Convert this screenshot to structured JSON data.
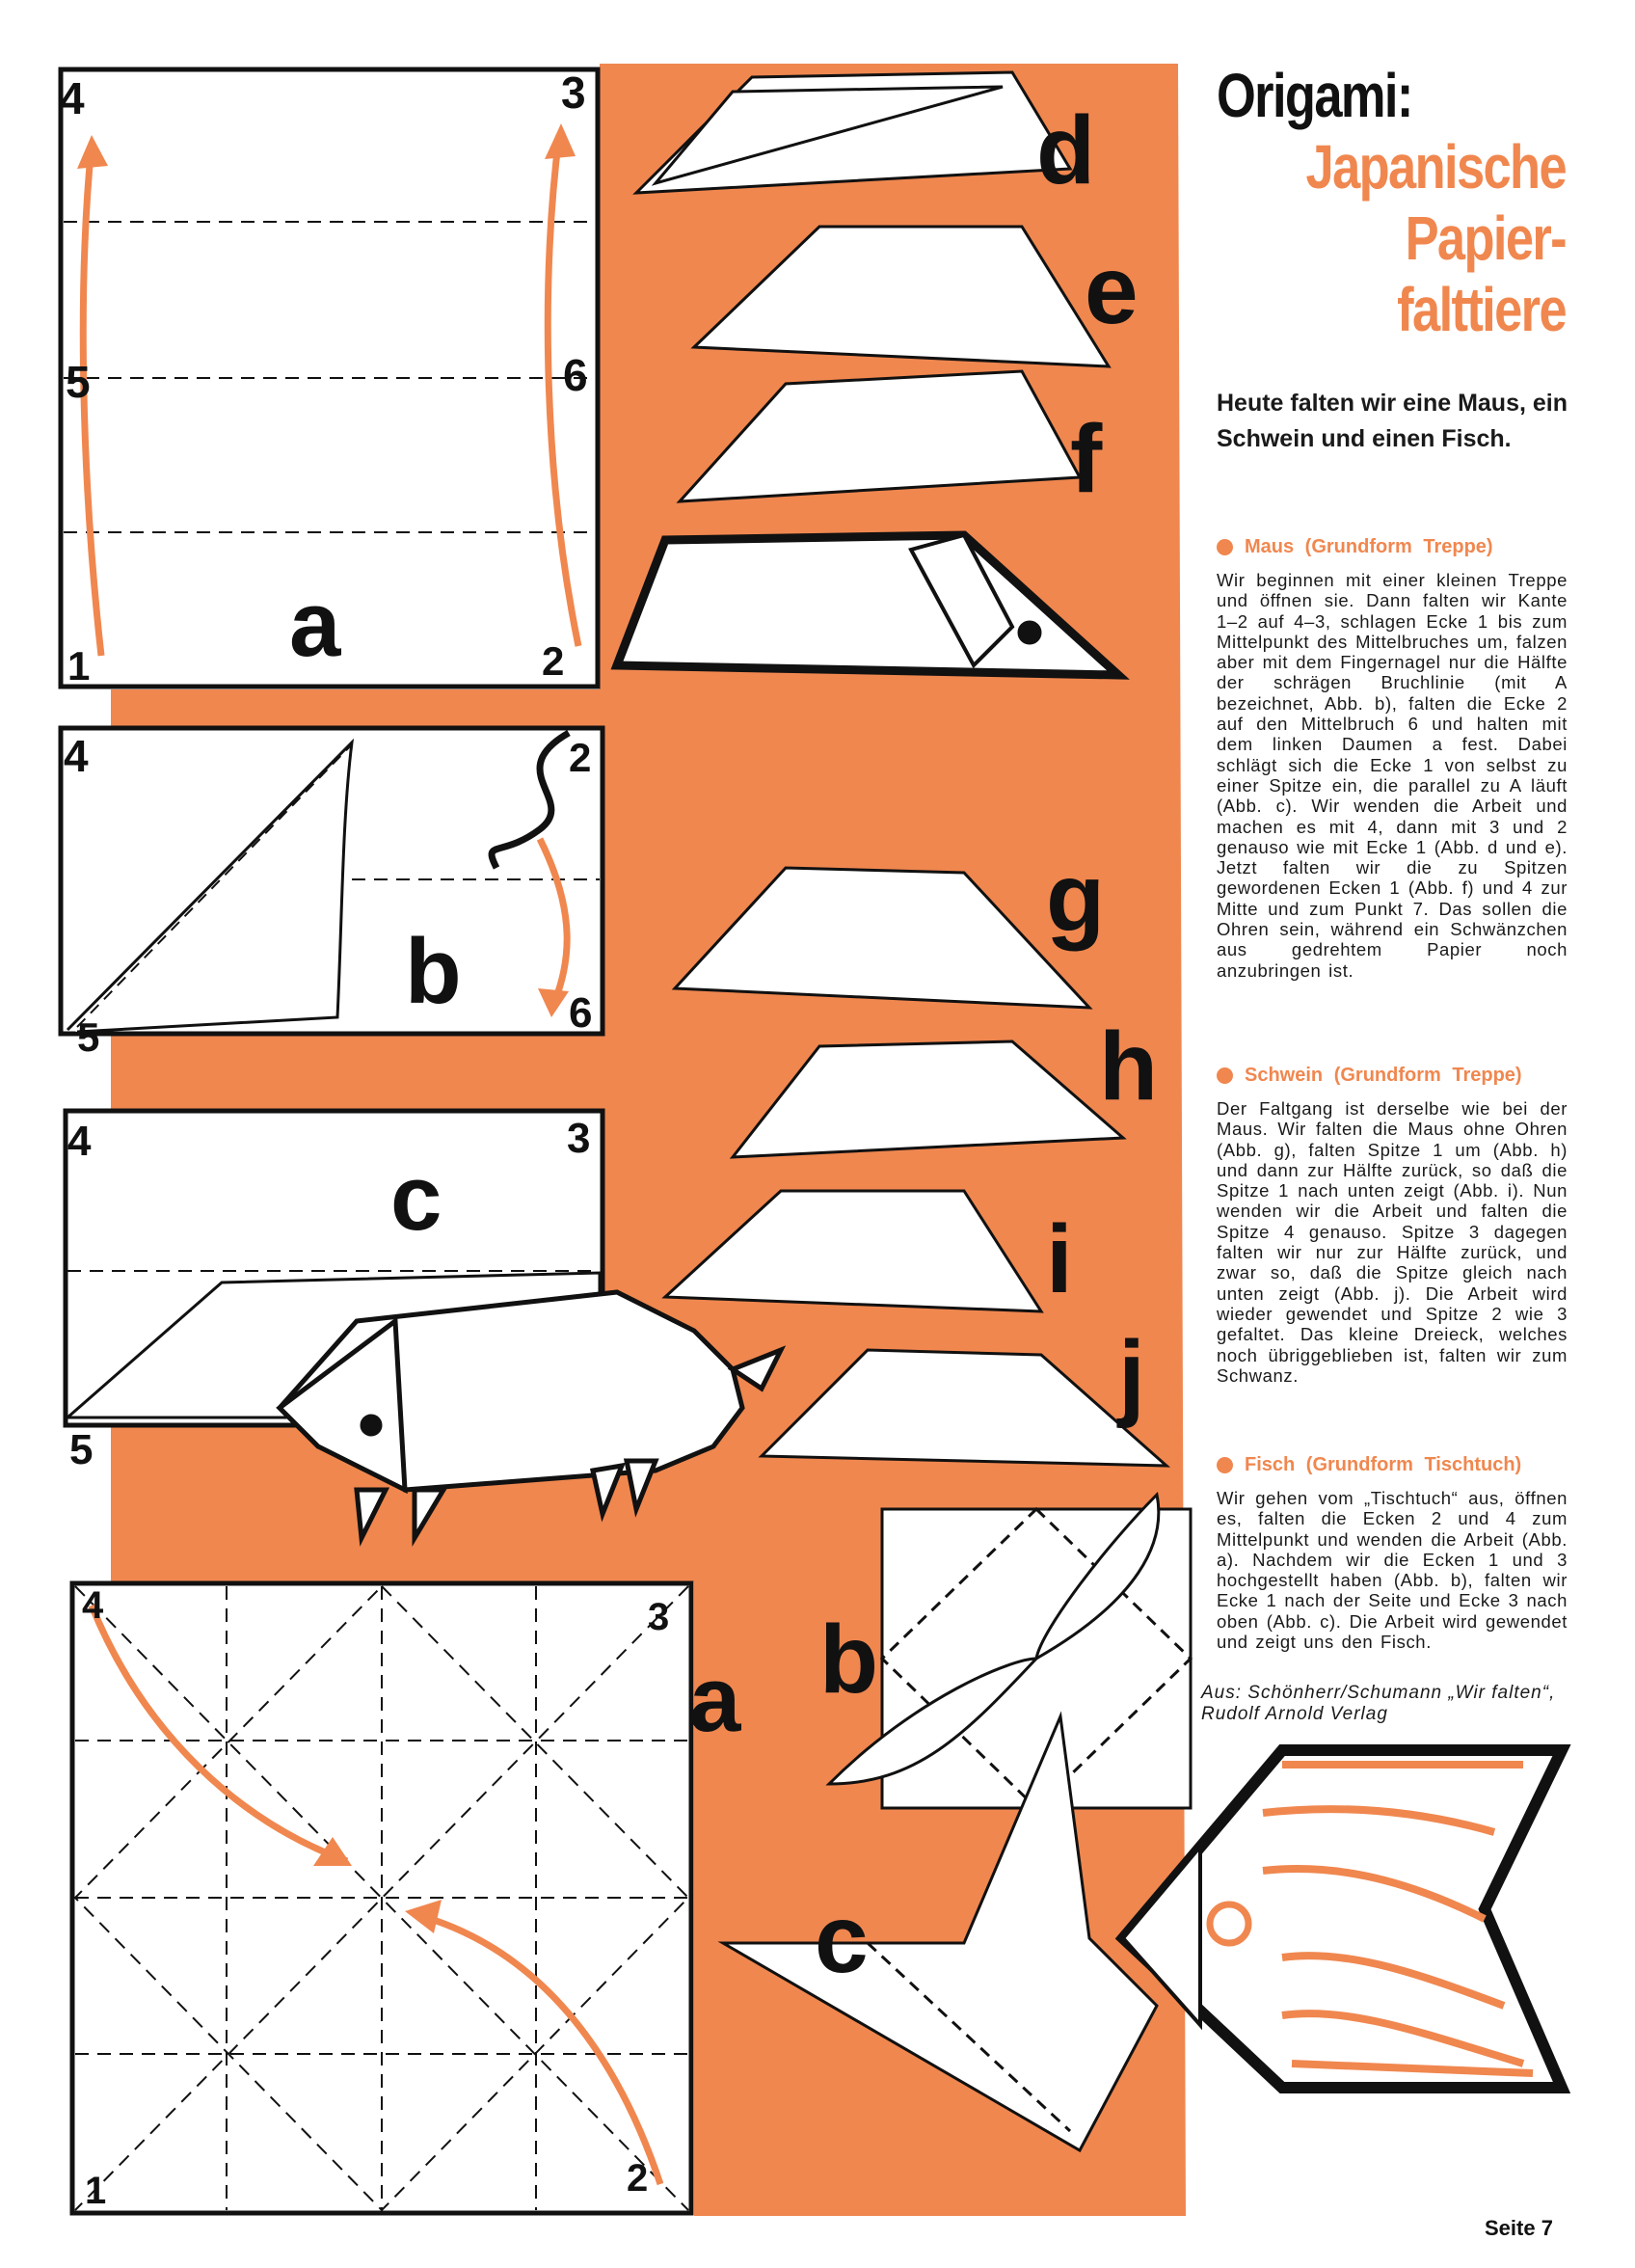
{
  "title": {
    "line1": "Origami:",
    "line2": "Japanische",
    "line3": "Papier-",
    "line4": "falttiere"
  },
  "intro": "Heute falten wir eine Maus, ein Schwein und einen Fisch.",
  "sections": [
    {
      "heading": "Maus (Grundform Treppe)",
      "body": "Wir beginnen mit einer kleinen Treppe und öffnen sie. Dann falten wir Kante 1–2 auf 4–3, schlagen Ecke 1 bis zum Mittelpunkt des Mittelbruches um, falzen aber mit dem Fingernagel nur die Hälfte der schrägen Bruchlinie (mit A bezeichnet, Abb. b), falten die Ecke 2 auf den Mittelbruch 6 und halten mit dem linken Daumen a fest. Dabei schlägt sich die Ecke 1 von selbst zu einer Spitze ein, die parallel zu A läuft (Abb. c). Wir wenden die Arbeit und machen es mit 4, dann mit 3 und 2 genauso wie mit Ecke 1 (Abb. d und e). Jetzt falten wir die zu Spitzen gewordenen Ecken 1 (Abb. f) und 4 zur Mitte und zum Punkt 7. Das sollen die Ohren sein, während ein Schwänzchen aus gedrehtem Papier noch anzubringen ist."
    },
    {
      "heading": "Schwein (Grundform Treppe)",
      "body": "Der Faltgang ist derselbe wie bei der Maus. Wir falten die Maus ohne Ohren (Abb. g), falten Spitze 1 um (Abb. h) und dann zur Hälfte zurück, so daß die Spitze 1 nach unten zeigt (Abb. i). Nun wenden wir die Arbeit und falten die Spitze 4 genauso. Spitze 3 dagegen falten wir nur zur Hälfte zurück, und zwar so, daß die Spitze gleich nach unten zeigt (Abb. j). Die Arbeit wird wieder gewendet und Spitze 2 wie 3 gefaltet. Das kleine Dreieck, welches noch übriggeblieben ist, falten wir zum Schwanz."
    },
    {
      "heading": "Fisch (Grundform Tischtuch)",
      "body": "Wir gehen vom „Tischtuch“ aus, öffnen es, falten die Ecken 2 und 4 zum Mittelpunkt und wenden die Arbeit (Abb. a). Nachdem wir die Ecken 1 und 3 hochgestellt haben (Abb. b), falten wir Ecke 1 nach der Seite und Ecke 3 nach oben (Abb. c). Die Arbeit wird gewendet und zeigt uns den Fisch."
    }
  ],
  "credit": {
    "line1": "Aus: Schönherr/Schumann „Wir falten“,",
    "line2": "Rudolf Arnold Verlag"
  },
  "page_number": "Seite 7",
  "figure_letters": [
    "a",
    "b",
    "c",
    "d",
    "e",
    "f",
    "g",
    "h",
    "i",
    "j",
    "a",
    "b",
    "c"
  ],
  "corner_numbers": [
    "1",
    "2",
    "3",
    "4",
    "5",
    "6"
  ],
  "colors": {
    "accent": "#f0874f",
    "ink": "#111111",
    "paper": "#ffffff"
  }
}
